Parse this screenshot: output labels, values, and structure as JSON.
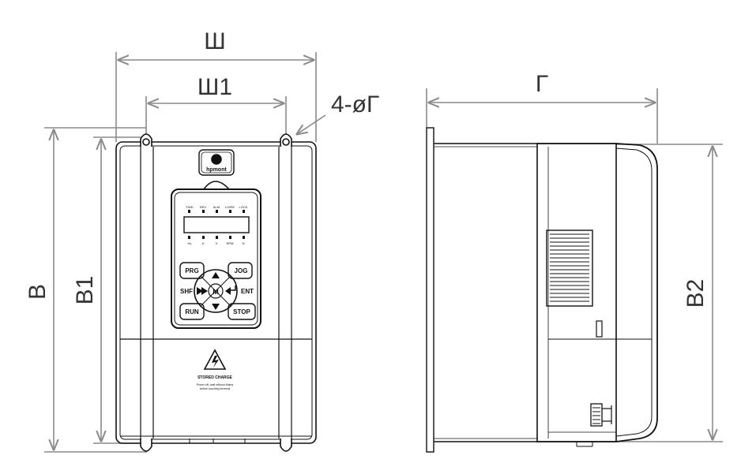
{
  "dimensions": {
    "width": "Ш",
    "width1": "Ш1",
    "holes": "4-øГ",
    "depth": "Г",
    "height": "В",
    "height1": "В1",
    "height2": "В2"
  },
  "front": {
    "logo_text": "hpmont",
    "led_top": [
      "FWD",
      "REV",
      "ALM",
      "LO/RE",
      "LOCK"
    ],
    "led_bottom": [
      "Hz",
      "A",
      "V",
      "RPM",
      "%"
    ],
    "keys": {
      "prg": "PRG",
      "jog": "JOG",
      "shf": "SHF",
      "ent": "ENT",
      "run": "RUN",
      "stop": "STOP",
      "m": "M"
    },
    "warning_title": "STORED CHARGE",
    "warning_line1": "Power off, wait without Mains",
    "warning_line2": "before touching terminal"
  },
  "colors": {
    "line": "#111111",
    "dimension": "#8a8a8a"
  }
}
